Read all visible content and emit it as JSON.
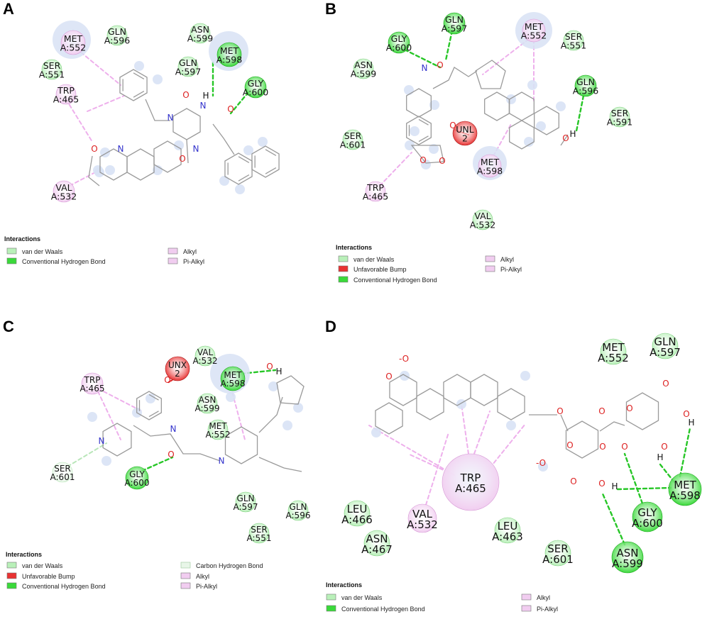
{
  "colors": {
    "vdw": "#b9f0b9",
    "vdw_stroke": "#7fcf7f",
    "hbond": "#3ad93a",
    "hbond_stroke": "#1fa81f",
    "bump": "#e83232",
    "bump_stroke": "#a81a1a",
    "pi": "#f1cdf0",
    "pi_stroke": "#d79ad6",
    "halo": "#d8e2f5",
    "hbond_line": "#27c627",
    "pi_line": "#eeb0ec",
    "bump_line": "#e02020",
    "carbon_hb_line": "#b9e6b9",
    "carbon_hb": "#e8f6e8"
  },
  "panels": [
    {
      "label": "A",
      "residues": [
        {
          "id": "a-met552",
          "name": "MET",
          "num": "A:552",
          "type": "pi",
          "halo": true
        },
        {
          "id": "a-gln596",
          "name": "GLN",
          "num": "A:596",
          "type": "vdw"
        },
        {
          "id": "a-asn599",
          "name": "ASN",
          "num": "A:599",
          "type": "vdw"
        },
        {
          "id": "a-met598",
          "name": "MET",
          "num": "A:598",
          "type": "hbond",
          "halo": true
        },
        {
          "id": "a-ser551",
          "name": "SER",
          "num": "A:551",
          "type": "vdw"
        },
        {
          "id": "a-gln597",
          "name": "GLN",
          "num": "A:597",
          "type": "vdw"
        },
        {
          "id": "a-trp465",
          "name": "TRP",
          "num": "A:465",
          "type": "pi"
        },
        {
          "id": "a-gly600",
          "name": "GLY",
          "num": "A:600",
          "type": "hbond"
        },
        {
          "id": "a-val532",
          "name": "VAL",
          "num": "A:532",
          "type": "pi"
        }
      ],
      "atoms": [
        {
          "id": "a-o1",
          "text": "O",
          "color": "#d22"
        },
        {
          "id": "a-o2",
          "text": "O",
          "color": "#d22"
        },
        {
          "id": "a-o3",
          "text": "O",
          "color": "#d22"
        },
        {
          "id": "a-o4",
          "text": "O",
          "color": "#d22"
        },
        {
          "id": "a-n1",
          "text": "N",
          "color": "#33c"
        },
        {
          "id": "a-n2",
          "text": "N",
          "color": "#33c"
        },
        {
          "id": "a-n3",
          "text": "N",
          "color": "#33c"
        },
        {
          "id": "a-n4",
          "text": "N",
          "color": "#33c"
        },
        {
          "id": "a-h1",
          "text": "H",
          "color": "#111"
        }
      ],
      "legend": {
        "title": "Interactions",
        "items": [
          {
            "label": "van der Waals",
            "type": "vdw"
          },
          {
            "label": "Conventional Hydrogen Bond",
            "type": "hbond"
          },
          {
            "label": "Alkyl",
            "type": "pi"
          },
          {
            "label": "Pi-Alkyl",
            "type": "pi"
          }
        ]
      }
    },
    {
      "label": "B",
      "residues": [
        {
          "id": "b-gln597",
          "name": "GLN",
          "num": "A:597",
          "type": "hbond"
        },
        {
          "id": "b-gly600",
          "name": "GLY",
          "num": "A:600",
          "type": "hbond"
        },
        {
          "id": "b-met552",
          "name": "MET",
          "num": "A:552",
          "type": "pi",
          "halo": true
        },
        {
          "id": "b-ser551",
          "name": "SER",
          "num": "A:551",
          "type": "vdw"
        },
        {
          "id": "b-asn599",
          "name": "ASN",
          "num": "A:599",
          "type": "vdw"
        },
        {
          "id": "b-gln596",
          "name": "GLN",
          "num": "A:596",
          "type": "hbond"
        },
        {
          "id": "b-ser591",
          "name": "SER",
          "num": "A:591",
          "type": "vdw"
        },
        {
          "id": "b-unl2",
          "name": "UNL",
          "num": "2",
          "type": "bump"
        },
        {
          "id": "b-ser601",
          "name": "SER",
          "num": "A:601",
          "type": "vdw"
        },
        {
          "id": "b-met598",
          "name": "MET",
          "num": "A:598",
          "type": "pi",
          "halo": true
        },
        {
          "id": "b-trp465",
          "name": "TRP",
          "num": "A:465",
          "type": "pi"
        },
        {
          "id": "b-val532",
          "name": "VAL",
          "num": "A:532",
          "type": "vdw"
        }
      ],
      "atoms": [
        {
          "id": "b-o1",
          "text": "O",
          "color": "#d22"
        },
        {
          "id": "b-o2",
          "text": "O",
          "color": "#d22"
        },
        {
          "id": "b-o3",
          "text": "O",
          "color": "#d22"
        },
        {
          "id": "b-o4",
          "text": "O",
          "color": "#d22"
        },
        {
          "id": "b-o5",
          "text": "O",
          "color": "#d22"
        },
        {
          "id": "b-n1",
          "text": "N",
          "color": "#33c"
        },
        {
          "id": "b-h1",
          "text": "H",
          "color": "#111"
        }
      ],
      "legend": {
        "title": "Interactions",
        "items": [
          {
            "label": "van der Waals",
            "type": "vdw"
          },
          {
            "label": "Unfavorable Bump",
            "type": "bump"
          },
          {
            "label": "Conventional Hydrogen Bond",
            "type": "hbond"
          },
          {
            "label": "Alkyl",
            "type": "pi"
          },
          {
            "label": "Pi-Alkyl",
            "type": "pi"
          }
        ]
      }
    },
    {
      "label": "C",
      "residues": [
        {
          "id": "c-unx2",
          "name": "UNX",
          "num": "2",
          "type": "bump"
        },
        {
          "id": "c-val532",
          "name": "VAL",
          "num": "A:532",
          "type": "vdw"
        },
        {
          "id": "c-met598",
          "name": "MET",
          "num": "A:598",
          "type": "hbond",
          "halo": true
        },
        {
          "id": "c-trp465",
          "name": "TRP",
          "num": "A:465",
          "type": "pi"
        },
        {
          "id": "c-asn599",
          "name": "ASN",
          "num": "A:599",
          "type": "vdw"
        },
        {
          "id": "c-met552",
          "name": "MET",
          "num": "A:552",
          "type": "vdw"
        },
        {
          "id": "c-ser601",
          "name": "SER",
          "num": "A:601",
          "type": "carbon"
        },
        {
          "id": "c-gly600",
          "name": "GLY",
          "num": "A:600",
          "type": "hbond"
        },
        {
          "id": "c-gln597",
          "name": "GLN",
          "num": "A:597",
          "type": "vdw"
        },
        {
          "id": "c-gln596",
          "name": "GLN",
          "num": "A:596",
          "type": "vdw"
        },
        {
          "id": "c-ser551",
          "name": "SER",
          "num": "A:551",
          "type": "vdw"
        }
      ],
      "atoms": [
        {
          "id": "c-o1",
          "text": "O",
          "color": "#d22"
        },
        {
          "id": "c-o2",
          "text": "O",
          "color": "#d22"
        },
        {
          "id": "c-o3",
          "text": "O",
          "color": "#d22"
        },
        {
          "id": "c-n1",
          "text": "N",
          "color": "#33c"
        },
        {
          "id": "c-n2",
          "text": "N",
          "color": "#33c"
        },
        {
          "id": "c-n3",
          "text": "N",
          "color": "#33c"
        },
        {
          "id": "c-h1",
          "text": "H",
          "color": "#111"
        }
      ],
      "legend": {
        "title": "Interactions",
        "items": [
          {
            "label": "van der Waals",
            "type": "vdw"
          },
          {
            "label": "Unfavorable Bump",
            "type": "bump"
          },
          {
            "label": "Conventional Hydrogen Bond",
            "type": "hbond"
          },
          {
            "label": "Carbon Hydrogen Bond",
            "type": "carbon"
          },
          {
            "label": "Alkyl",
            "type": "pi"
          },
          {
            "label": "Pi-Alkyl",
            "type": "pi"
          }
        ]
      }
    },
    {
      "label": "D",
      "residues": [
        {
          "id": "d-gln597",
          "name": "GLN",
          "num": "A:597",
          "type": "vdw"
        },
        {
          "id": "d-met552",
          "name": "MET",
          "num": "A:552",
          "type": "vdw"
        },
        {
          "id": "d-trp465",
          "name": "TRP",
          "num": "A:465",
          "type": "pi",
          "halo": true
        },
        {
          "id": "d-met598",
          "name": "MET",
          "num": "A:598",
          "type": "hbond"
        },
        {
          "id": "d-leu466",
          "name": "LEU",
          "num": "A:466",
          "type": "vdw"
        },
        {
          "id": "d-gly600",
          "name": "GLY",
          "num": "A:600",
          "type": "hbond"
        },
        {
          "id": "d-val532",
          "name": "VAL",
          "num": "A:532",
          "type": "pi"
        },
        {
          "id": "d-leu463",
          "name": "LEU",
          "num": "A:463",
          "type": "vdw"
        },
        {
          "id": "d-asn467",
          "name": "ASN",
          "num": "A:467",
          "type": "vdw"
        },
        {
          "id": "d-ser601",
          "name": "SER",
          "num": "A:601",
          "type": "vdw"
        },
        {
          "id": "d-asn599",
          "name": "ASN",
          "num": "A:599",
          "type": "hbond"
        }
      ],
      "atoms": [
        {
          "id": "d-o1",
          "text": "-O",
          "color": "#d22"
        },
        {
          "id": "d-o2",
          "text": "O",
          "color": "#d22"
        },
        {
          "id": "d-o3",
          "text": "O",
          "color": "#d22"
        },
        {
          "id": "d-o4",
          "text": "O",
          "color": "#d22"
        },
        {
          "id": "d-o5",
          "text": "O",
          "color": "#d22"
        },
        {
          "id": "d-o6",
          "text": "O",
          "color": "#d22"
        },
        {
          "id": "d-o7",
          "text": "O",
          "color": "#d22"
        },
        {
          "id": "d-o8",
          "text": "O",
          "color": "#d22"
        },
        {
          "id": "d-o9",
          "text": "O",
          "color": "#d22"
        },
        {
          "id": "d-o10",
          "text": "O",
          "color": "#d22"
        },
        {
          "id": "d-o11",
          "text": "-O",
          "color": "#d22"
        },
        {
          "id": "d-o12",
          "text": "O",
          "color": "#d22"
        },
        {
          "id": "d-o13",
          "text": "O",
          "color": "#d22"
        },
        {
          "id": "d-o14",
          "text": "O",
          "color": "#d22"
        },
        {
          "id": "d-h1",
          "text": "H",
          "color": "#111"
        },
        {
          "id": "d-h2",
          "text": "H",
          "color": "#111"
        },
        {
          "id": "d-h3",
          "text": "H",
          "color": "#111"
        }
      ],
      "legend": {
        "title": "Interactions",
        "items": [
          {
            "label": "van der Waals",
            "type": "vdw"
          },
          {
            "label": "Conventional Hydrogen Bond",
            "type": "hbond"
          },
          {
            "label": "Alkyl",
            "type": "pi"
          },
          {
            "label": "Pi-Alkyl",
            "type": "pi"
          }
        ]
      }
    }
  ]
}
